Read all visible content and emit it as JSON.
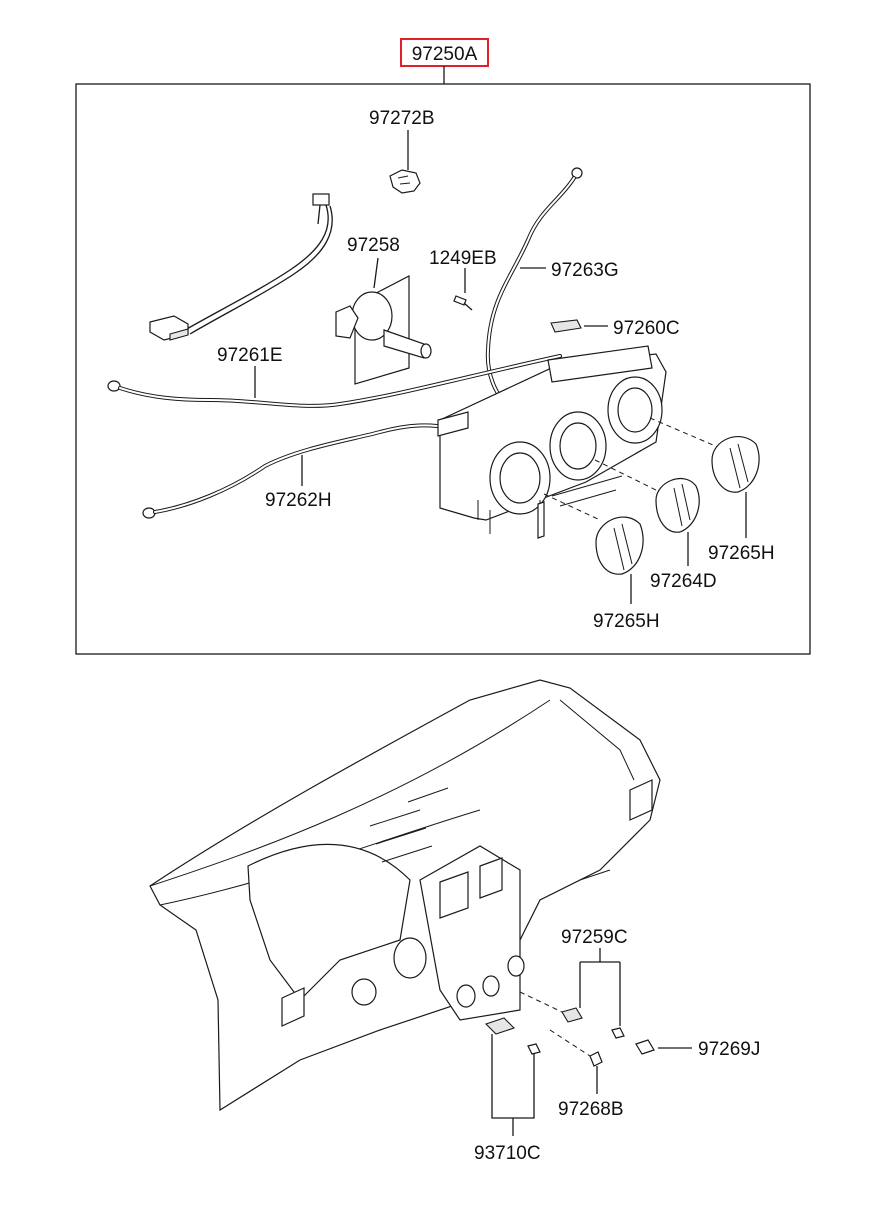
{
  "assembly": {
    "label": "97250A",
    "highlight_color": "#e0202a"
  },
  "callouts": [
    {
      "id": "97272B",
      "text": "97272B"
    },
    {
      "id": "97258",
      "text": "97258"
    },
    {
      "id": "1249EB",
      "text": "1249EB"
    },
    {
      "id": "97263G",
      "text": "97263G"
    },
    {
      "id": "97260C",
      "text": "97260C"
    },
    {
      "id": "97261E",
      "text": "97261E"
    },
    {
      "id": "97262H",
      "text": "97262H"
    },
    {
      "id": "97265H-right",
      "text": "97265H"
    },
    {
      "id": "97264D",
      "text": "97264D"
    },
    {
      "id": "97265H-bottom",
      "text": "97265H"
    },
    {
      "id": "97259C",
      "text": "97259C"
    },
    {
      "id": "97269J",
      "text": "97269J"
    },
    {
      "id": "97268B",
      "text": "97268B"
    },
    {
      "id": "93710C",
      "text": "93710C"
    }
  ]
}
